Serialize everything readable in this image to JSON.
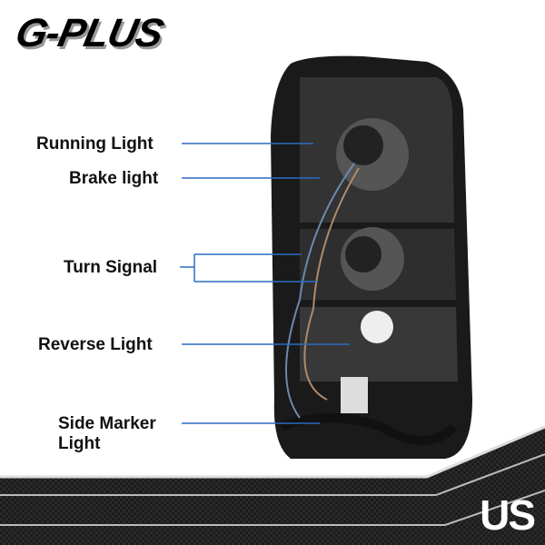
{
  "brand": {
    "logo": "G-PLUS"
  },
  "labels": {
    "running": "Running Light",
    "brake": "Brake light",
    "turn": "Turn Signal",
    "reverse": "Reverse Light",
    "side_marker": "Side Marker\nLight"
  },
  "badge": "US",
  "colors": {
    "callout_line": "#2a6cc4",
    "housing": "#1a1a1a"
  }
}
